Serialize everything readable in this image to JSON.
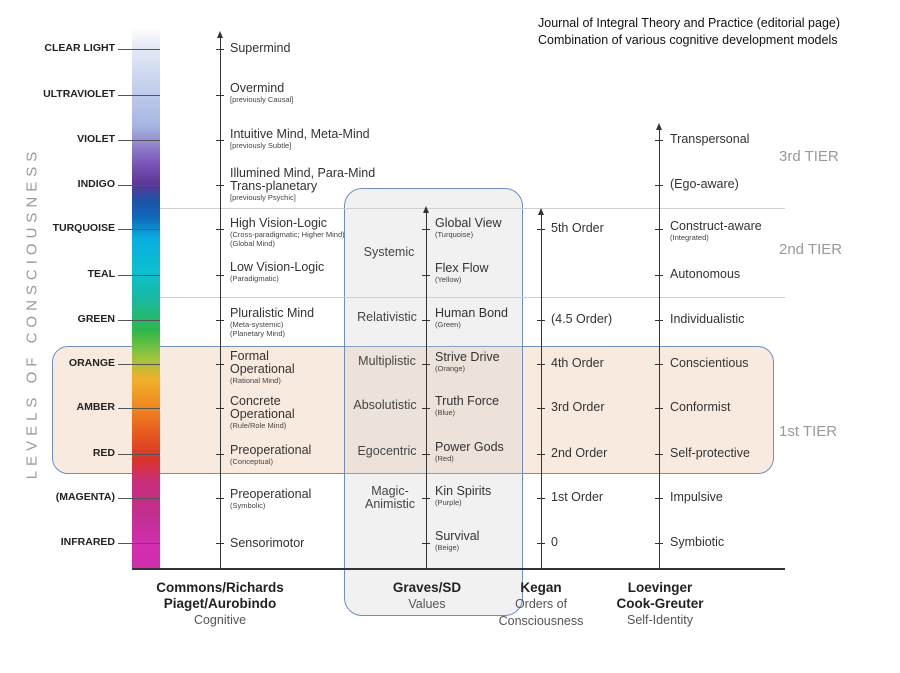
{
  "header": {
    "line1": "Journal of Integral Theory and Practice (editorial page)",
    "line2": "Combination of various cognitive development models"
  },
  "vertical_label": "LEVELS OF CONSCIOUSNESS",
  "levels": [
    "CLEAR LIGHT",
    "ULTRAVIOLET",
    "VIOLET",
    "INDIGO",
    "TURQUOISE",
    "TEAL",
    "GREEN",
    "ORANGE",
    "AMBER",
    "RED",
    "(MAGENTA)",
    "INFRARED"
  ],
  "tiers": {
    "third": "3rd TIER",
    "second": "2nd TIER",
    "first": "1st TIER"
  },
  "cognitive": {
    "title1": "Commons/Richards",
    "title2": "Piaget/Aurobindo",
    "subtitle": "Cognitive",
    "items": [
      {
        "name": "Supermind",
        "sub": ""
      },
      {
        "name": "Overmind",
        "sub": "[previously Causal]"
      },
      {
        "name": "Intuitive Mind, Meta-Mind",
        "sub": "[previously Subtle]"
      },
      {
        "name": "Illumined Mind, Para-Mind",
        "name2": "Trans-planetary",
        "sub": "[previously Psychic]"
      },
      {
        "name": "High Vision-Logic",
        "sub": "(Cross-paradigmatic; Higher Mind)",
        "sub2": "(Global Mind)"
      },
      {
        "name": "Low Vision-Logic",
        "sub": "(Paradigmatic)"
      },
      {
        "name": "Pluralistic Mind",
        "sub": "(Meta-systemic)",
        "sub2": "(Planetary Mind)"
      },
      {
        "name": "Formal",
        "name2": "Operational",
        "sub": "(Rational Mind)"
      },
      {
        "name": "Concrete",
        "name2": "Operational",
        "sub": "(Rule/Role Mind)"
      },
      {
        "name": "Preoperational",
        "sub": "(Conceptual)"
      },
      {
        "name": "Preoperational",
        "sub": "(Symbolic)"
      },
      {
        "name": "Sensorimotor",
        "sub": ""
      }
    ]
  },
  "graves": {
    "title": "Graves/SD",
    "subtitle": "Values",
    "stages": [
      {
        "name": "Systemic"
      },
      {
        "name": "Relativistic"
      },
      {
        "name": "Multiplistic"
      },
      {
        "name": "Absolutistic"
      },
      {
        "name": "Egocentric"
      },
      {
        "name": "Magic-",
        "name2": "Animistic"
      }
    ],
    "memes": [
      {
        "name": "Global View",
        "sub": "(Turquoise)"
      },
      {
        "name": "Flex Flow",
        "sub": "(Yellow)"
      },
      {
        "name": "Human Bond",
        "sub": "(Green)"
      },
      {
        "name": "Strive Drive",
        "sub": "(Orange)"
      },
      {
        "name": "Truth Force",
        "sub": "(Blue)"
      },
      {
        "name": "Power Gods",
        "sub": "(Red)"
      },
      {
        "name": "Kin Spirits",
        "sub": "(Purple)"
      },
      {
        "name": "Survival",
        "sub": "(Beige)"
      }
    ]
  },
  "kegan": {
    "title": "Kegan",
    "subtitle1": "Orders of",
    "subtitle2": "Consciousness",
    "items": [
      "5th Order",
      "(4.5 Order)",
      "4th Order",
      "3rd Order",
      "2nd Order",
      "1st Order",
      "0"
    ]
  },
  "loevinger": {
    "title1": "Loevinger",
    "title2": "Cook-Greuter",
    "subtitle": "Self-Identity",
    "items": [
      {
        "name": "Transpersonal",
        "sub": ""
      },
      {
        "name": "(Ego-aware)",
        "sub": ""
      },
      {
        "name": "Construct-aware",
        "sub": "(Integrated)"
      },
      {
        "name": "Autonomous",
        "sub": ""
      },
      {
        "name": "Individualistic",
        "sub": ""
      },
      {
        "name": "Conscientious",
        "sub": ""
      },
      {
        "name": "Conformist",
        "sub": ""
      },
      {
        "name": "Self-protective",
        "sub": ""
      },
      {
        "name": "Impulsive",
        "sub": ""
      },
      {
        "name": "Symbiotic",
        "sub": ""
      }
    ]
  }
}
